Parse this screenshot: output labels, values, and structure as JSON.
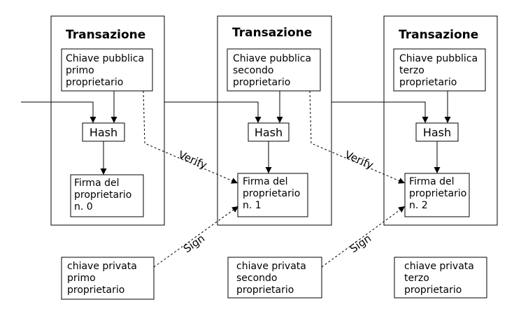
{
  "transactions": [
    {
      "title": "Transazione",
      "public_key": [
        "Chiave pubblica",
        "primo",
        "proprietario"
      ],
      "hash": "Hash",
      "signature": [
        "Firma del",
        "proprietario",
        "n. 0"
      ]
    },
    {
      "title": "Transazione",
      "public_key": [
        "Chiave pubblica",
        "secondo",
        "proprietario"
      ],
      "hash": "Hash",
      "signature": [
        "Firma del",
        "proprietario",
        "n. 1"
      ]
    },
    {
      "title": "Transazione",
      "public_key": [
        "Chiave pubblica",
        "terzo",
        "proprietario"
      ],
      "hash": "Hash",
      "signature": [
        "Firma del",
        "proprietario",
        "n.  2"
      ]
    }
  ],
  "private_keys": [
    [
      "chiave privata",
      "primo",
      "proprietario"
    ],
    [
      "chiave privata",
      "secondo",
      "proprietario"
    ],
    [
      "chiave privata",
      "terzo",
      "proprietario"
    ]
  ],
  "edges": {
    "verify": "Verify",
    "sign": "Sign"
  }
}
